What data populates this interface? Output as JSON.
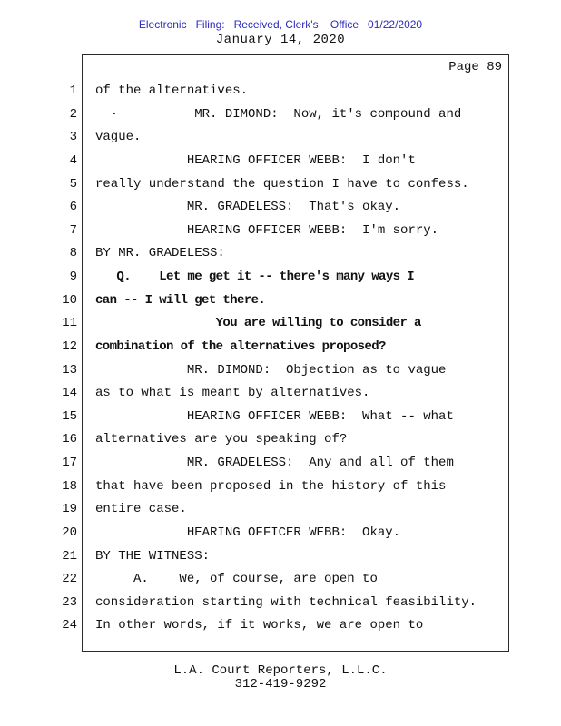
{
  "header": {
    "efiling_line": "Electronic   Filing:   Received, Clerk's    Office   01/22/2020",
    "date_line": "January 14, 2020"
  },
  "page": {
    "page_label": "Page 89",
    "lines": [
      {
        "n": "1",
        "text": "of the alternatives.",
        "bold": false
      },
      {
        "n": "2",
        "text": "  ·          MR. DIMOND:  Now, it's compound and",
        "bold": false
      },
      {
        "n": "3",
        "text": "vague.",
        "bold": false
      },
      {
        "n": "4",
        "text": "            HEARING OFFICER WEBB:  I don't",
        "bold": false
      },
      {
        "n": "5",
        "text": "really understand the question I have to confess.",
        "bold": false
      },
      {
        "n": "6",
        "text": "            MR. GRADELESS:  That's okay.",
        "bold": false
      },
      {
        "n": "7",
        "text": "            HEARING OFFICER WEBB:  I'm sorry.",
        "bold": false
      },
      {
        "n": "8",
        "text": "BY MR. GRADELESS:",
        "bold": false
      },
      {
        "n": "9",
        "text": "   Q.    Let me get it -- there's many ways I",
        "bold": true
      },
      {
        "n": "10",
        "text": "can -- I will get there.",
        "bold": true
      },
      {
        "n": "11",
        "text": "                 You are willing to consider a",
        "bold": true
      },
      {
        "n": "12",
        "text": "combination of the alternatives proposed?",
        "bold": true
      },
      {
        "n": "13",
        "text": "            MR. DIMOND:  Objection as to vague",
        "bold": false
      },
      {
        "n": "14",
        "text": "as to what is meant by alternatives.",
        "bold": false
      },
      {
        "n": "15",
        "text": "            HEARING OFFICER WEBB:  What -- what",
        "bold": false
      },
      {
        "n": "16",
        "text": "alternatives are you speaking of?",
        "bold": false
      },
      {
        "n": "17",
        "text": "            MR. GRADELESS:  Any and all of them",
        "bold": false
      },
      {
        "n": "18",
        "text": "that have been proposed in the history of this",
        "bold": false
      },
      {
        "n": "19",
        "text": "entire case.",
        "bold": false
      },
      {
        "n": "20",
        "text": "            HEARING OFFICER WEBB:  Okay.",
        "bold": false
      },
      {
        "n": "21",
        "text": "BY THE WITNESS:",
        "bold": false
      },
      {
        "n": "22",
        "text": "     A.    We, of course, are open to",
        "bold": false
      },
      {
        "n": "23",
        "text": "consideration starting with technical feasibility.",
        "bold": false
      },
      {
        "n": "24",
        "text": "In other words, if it works, we are open to",
        "bold": false
      }
    ]
  },
  "footer": {
    "company": "L.A. Court Reporters, L.L.C.",
    "phone": "312-419-9292"
  }
}
